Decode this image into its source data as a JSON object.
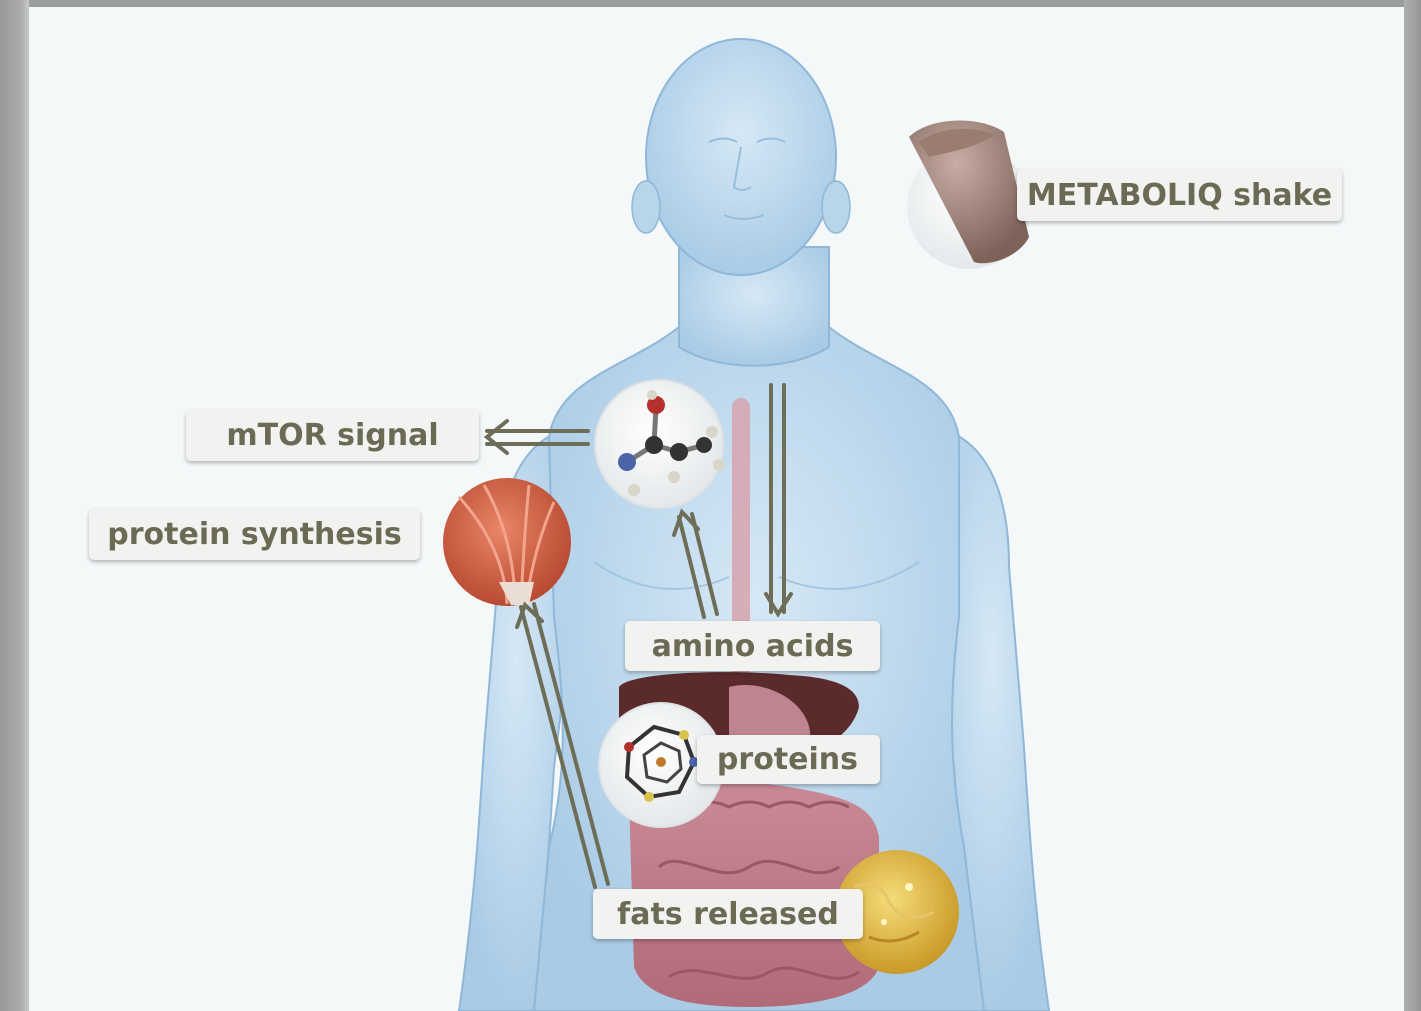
{
  "labels": {
    "shake": "METABOLIQ shake",
    "mtor": "mTOR signal",
    "protein_synthesis": "protein synthesis",
    "amino_acids": "amino acids",
    "proteins": "proteins",
    "fats_released": "fats released"
  },
  "colors": {
    "arrow": "#6e6e58",
    "label_text": "#6a6a55",
    "body_fill": "#bcd8ec",
    "background": "#f4f8f9"
  }
}
